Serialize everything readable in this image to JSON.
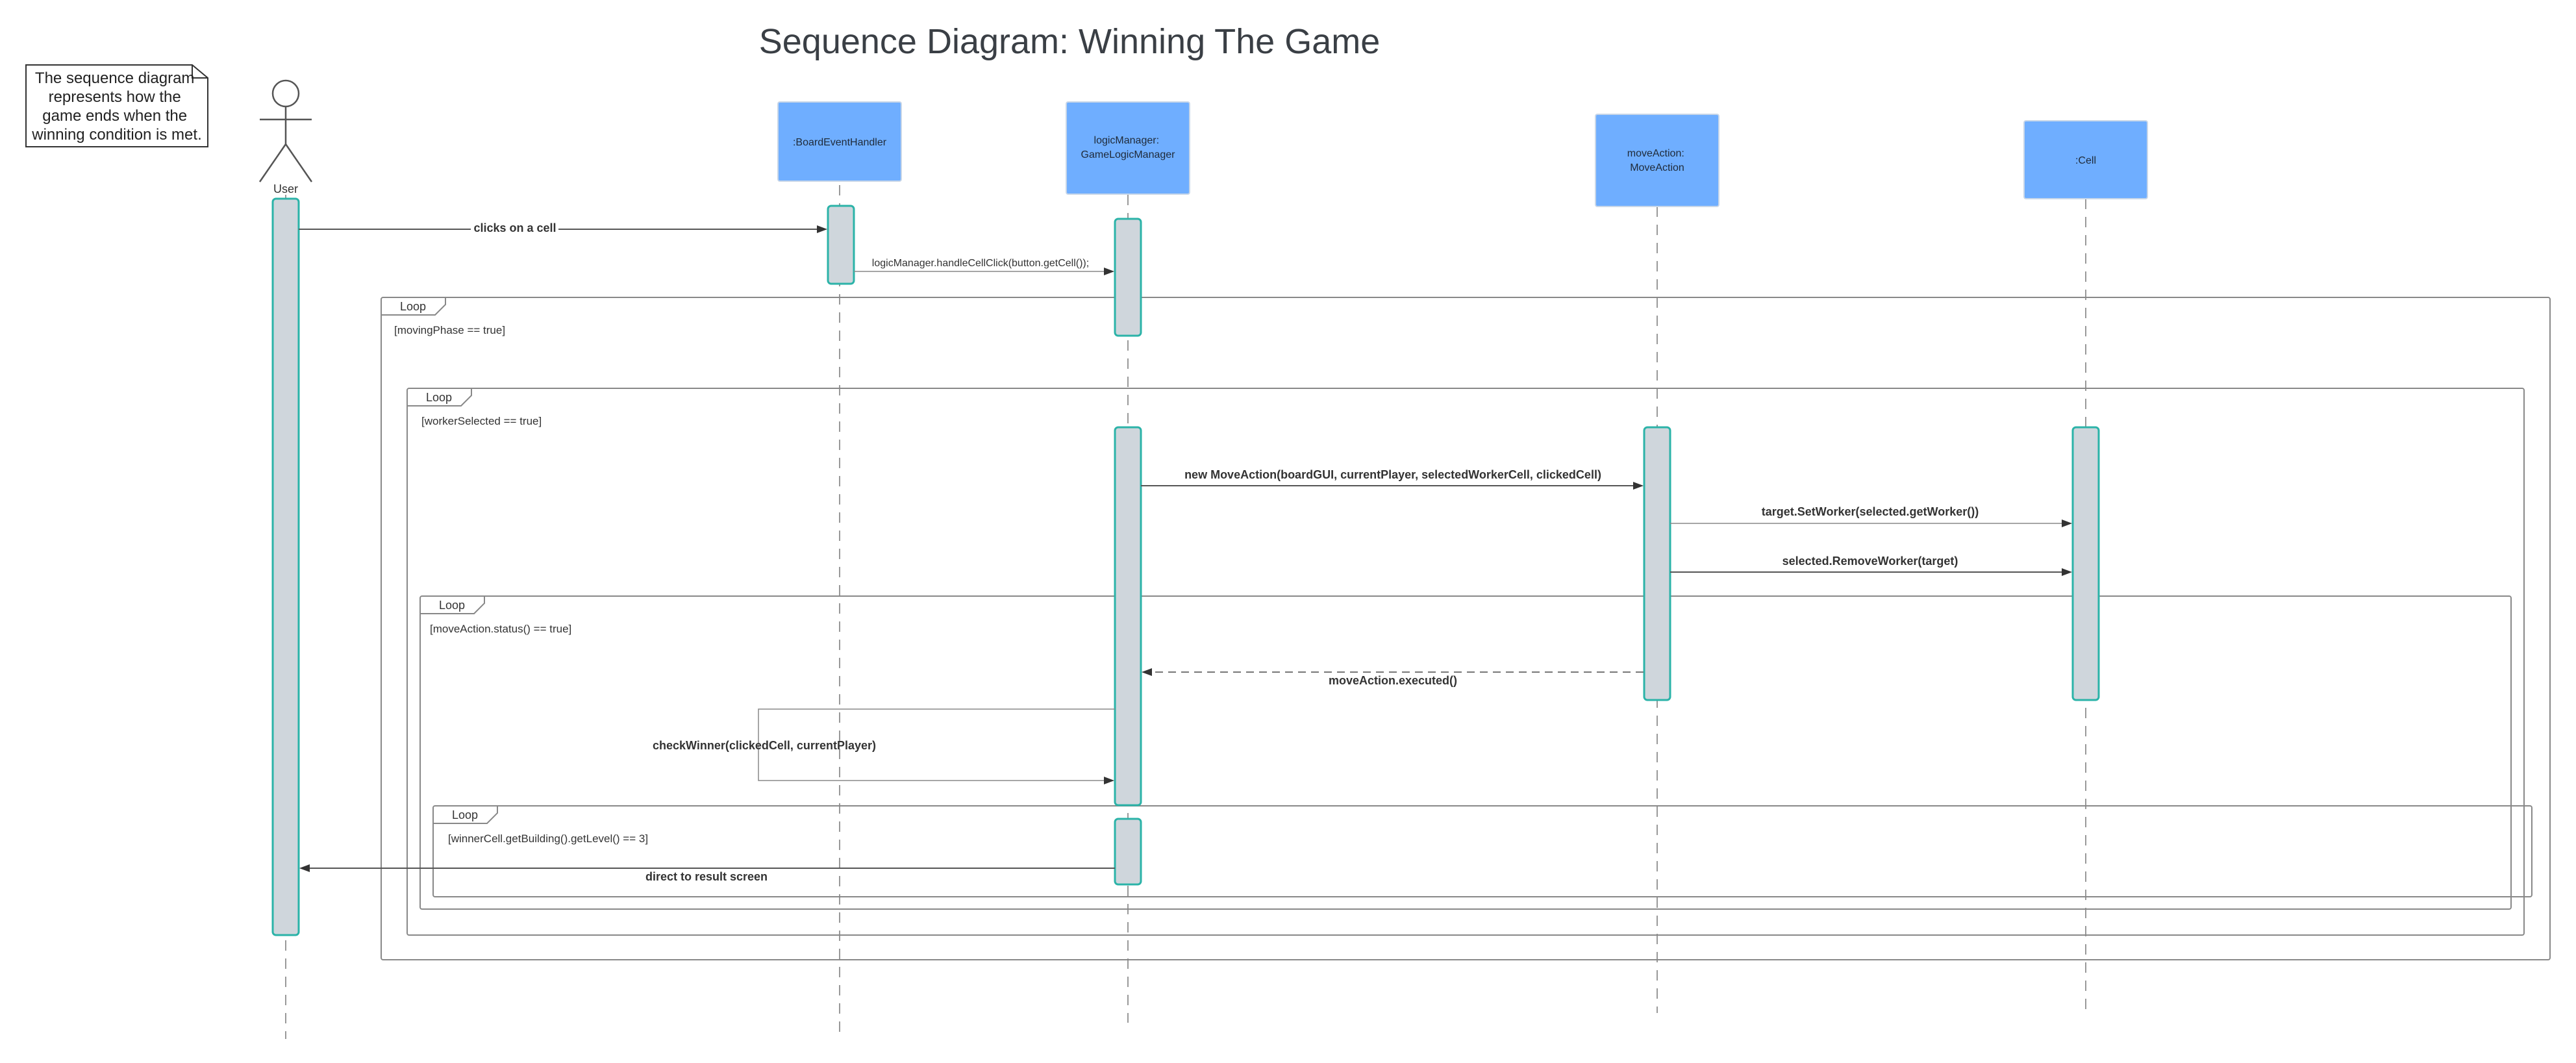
{
  "title": "Sequence Diagram: Winning The Game",
  "note": {
    "lines": [
      "The sequence diagram",
      "represents how the",
      "game ends when the",
      "winning condition is met."
    ]
  },
  "actor": {
    "label": "User"
  },
  "participants": [
    {
      "label_lines": [
        ":BoardEventHandler"
      ]
    },
    {
      "label_lines": [
        "logicManager:",
        "GameLogicManager"
      ]
    },
    {
      "label_lines": [
        "moveAction:",
        "MoveAction"
      ]
    },
    {
      "label_lines": [
        ":Cell"
      ]
    }
  ],
  "frames": [
    {
      "tag": "Loop",
      "guard": "[movingPhase == true]"
    },
    {
      "tag": "Loop",
      "guard": "[workerSelected == true]"
    },
    {
      "tag": "Loop",
      "guard": "[moveAction.status() == true]"
    },
    {
      "tag": "Loop",
      "guard": "[winnerCell.getBuilding().getLevel() == 3]"
    }
  ],
  "messages": [
    {
      "text": "clicks on a cell"
    },
    {
      "text": "logicManager.handleCellClick(button.getCell());"
    },
    {
      "text": "new MoveAction(boardGUI, currentPlayer, selectedWorkerCell, clickedCell)"
    },
    {
      "text": "target.SetWorker(selected.getWorker())"
    },
    {
      "text": "selected.RemoveWorker(target)"
    },
    {
      "text": "moveAction.executed()"
    },
    {
      "text": "checkWinner(clickedCell, currentPlayer)"
    },
    {
      "text": "direct to result screen"
    }
  ],
  "colors": {
    "participant_fill": "#6faeff",
    "activation_fill": "#cfd6dc",
    "activation_border": "#2bb3a8"
  }
}
